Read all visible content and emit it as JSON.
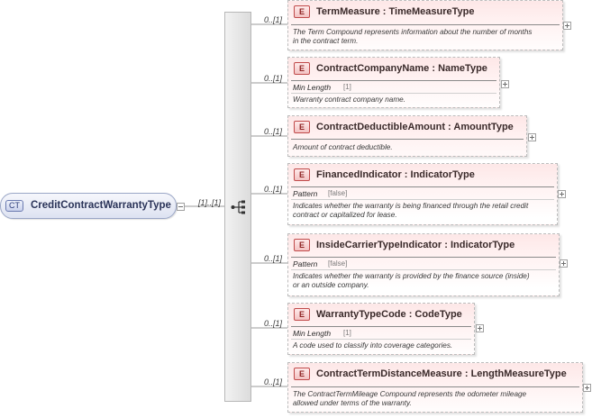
{
  "complex_type": {
    "badge": "CT",
    "name": "CreditContractWarrantyType",
    "cardinality": "[1]..[1]"
  },
  "elements": [
    {
      "badge": "E",
      "name": "TermMeasure",
      "type": "TimeMeasureType",
      "cardinality": "0..[1]",
      "facet_name": "",
      "facet_value": "",
      "doc_line1": "The Term Compound represents information about the number of months",
      "doc_line2": "in the contract term."
    },
    {
      "badge": "E",
      "name": "ContractCompanyName",
      "type": "NameType",
      "cardinality": "0..[1]",
      "facet_name": "Min Length",
      "facet_value": "[1]",
      "doc_line1": "Warranty contract company name.",
      "doc_line2": ""
    },
    {
      "badge": "E",
      "name": "ContractDeductibleAmount",
      "type": "AmountType",
      "cardinality": "0..[1]",
      "facet_name": "",
      "facet_value": "",
      "doc_line1": "Amount of contract deductible.",
      "doc_line2": ""
    },
    {
      "badge": "E",
      "name": "FinancedIndicator",
      "type": "IndicatorType",
      "cardinality": "0..[1]",
      "facet_name": "Pattern",
      "facet_value": "[false]",
      "doc_line1": "Indicates whether the warranty is being financed through the retail credit",
      "doc_line2": "contract or capitalized for lease."
    },
    {
      "badge": "E",
      "name": "InsideCarrierTypeIndicator",
      "type": "IndicatorType",
      "cardinality": "0..[1]",
      "facet_name": "Pattern",
      "facet_value": "[false]",
      "doc_line1": "Indicates whether the warranty is provided by the finance source (inside)",
      "doc_line2": "or an outside company."
    },
    {
      "badge": "E",
      "name": "WarrantyTypeCode",
      "type": "CodeType",
      "cardinality": "0..[1]",
      "facet_name": "Min Length",
      "facet_value": "[1]",
      "doc_line1": "A code used to classify into coverage categories.",
      "doc_line2": ""
    },
    {
      "badge": "E",
      "name": "ContractTermDistanceMeasure",
      "type": "LengthMeasureType",
      "cardinality": "0..[1]",
      "facet_name": "",
      "facet_value": "",
      "doc_line1": "The ContractTermMileage Compound represents the odometer mileage",
      "doc_line2": "allowed under terms of the warranty."
    }
  ]
}
